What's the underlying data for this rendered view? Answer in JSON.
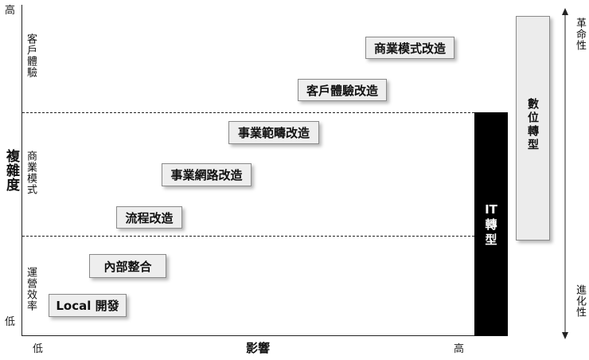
{
  "y_axis": {
    "title": "複雜度",
    "high": "高",
    "low": "低",
    "bands": [
      {
        "id": "customer-experience",
        "label": "客戶體驗"
      },
      {
        "id": "business-model",
        "label": "商業模式"
      },
      {
        "id": "operational-efficiency",
        "label": "運營效率"
      }
    ]
  },
  "x_axis": {
    "title": "影響",
    "low": "低",
    "high": "高"
  },
  "boxes": [
    {
      "id": "business-model-change",
      "label": "商業模式改造"
    },
    {
      "id": "customer-experience-change",
      "label": "客戶體驗改造"
    },
    {
      "id": "business-scope-change",
      "label": "事業範疇改造"
    },
    {
      "id": "business-network-change",
      "label": "事業網路改造"
    },
    {
      "id": "process-change",
      "label": "流程改造"
    },
    {
      "id": "internal-integration",
      "label": "內部整合"
    },
    {
      "id": "local-development",
      "label": "Local 開發"
    }
  ],
  "it_transformation": {
    "line1": "IT",
    "line2": "轉",
    "line3": "型"
  },
  "digital_transformation": {
    "label": "數位轉型"
  },
  "right_axis": {
    "top_label": "革命性",
    "bottom_label": "進化性"
  }
}
